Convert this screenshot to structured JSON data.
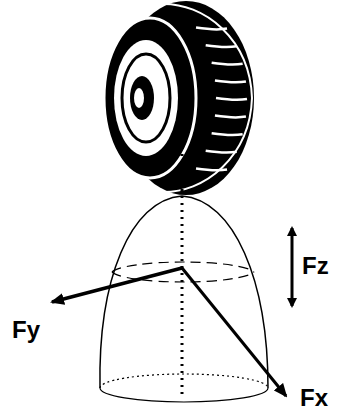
{
  "diagram": {
    "labels": [
      "Fz",
      "Fy",
      "Fx"
    ]
  }
}
